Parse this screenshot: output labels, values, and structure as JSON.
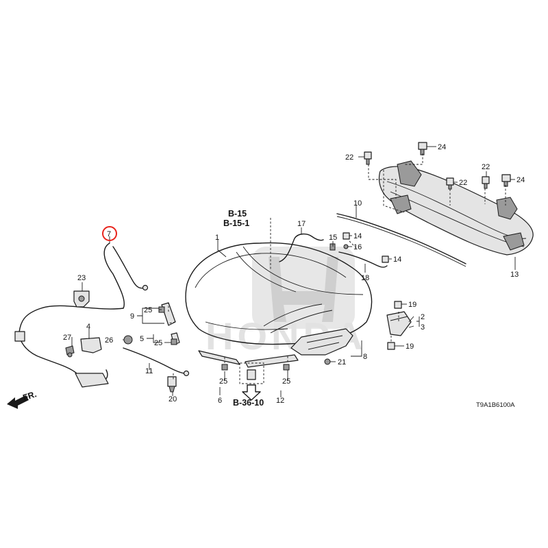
{
  "diagram": {
    "code": "T9A1B6100A",
    "front_label": "FR.",
    "references": [
      "B-15",
      "B-15-1",
      "B-36-10"
    ],
    "watermark": "HONDA",
    "highlighted_part": "7",
    "callouts": {
      "c1": "1",
      "c2": "2",
      "c3": "3",
      "c4": "4",
      "c5": "5",
      "c6": "6",
      "c7": "7",
      "c8": "8",
      "c9": "9",
      "c10": "10",
      "c11": "11",
      "c12": "12",
      "c13": "13",
      "c14a": "14",
      "c14b": "14",
      "c15": "15",
      "c16": "16",
      "c17": "17",
      "c18": "18",
      "c19a": "19",
      "c19b": "19",
      "c20": "20",
      "c21": "21",
      "c22a": "22",
      "c22b": "22",
      "c22c": "22",
      "c23": "23",
      "c24a": "24",
      "c24b": "24",
      "c25a": "25",
      "c25b": "25",
      "c25c": "25",
      "c25d": "25",
      "c26": "26",
      "c27": "27"
    }
  }
}
